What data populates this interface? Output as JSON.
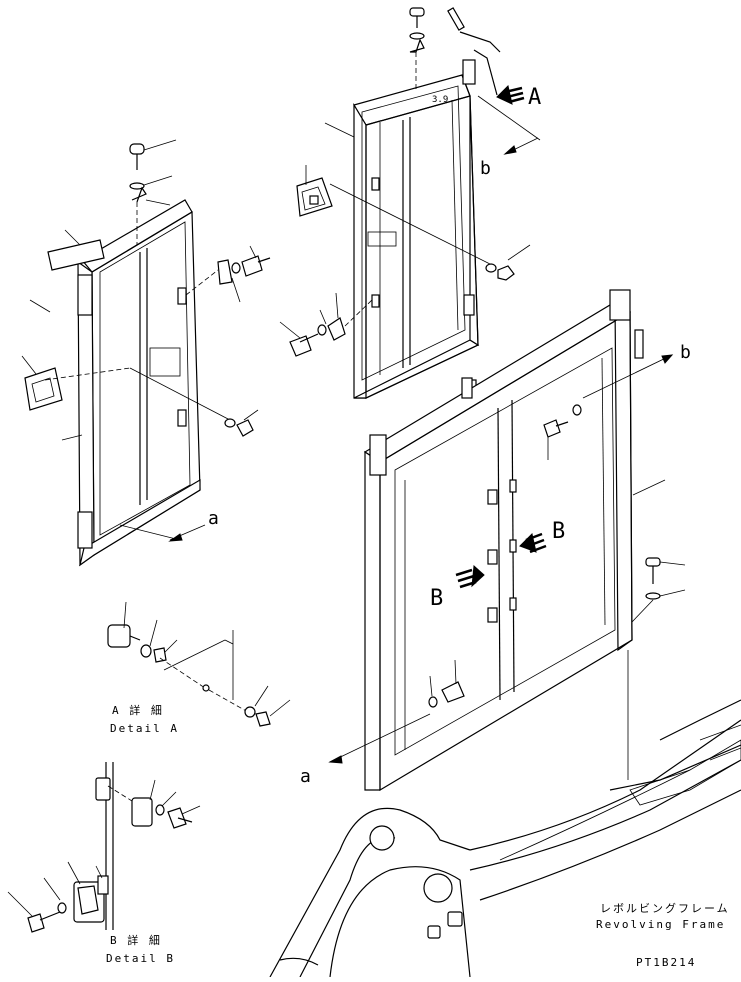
{
  "labels": {
    "view_a": "A",
    "view_b_right": "B",
    "view_b_left": "B",
    "ref_a_top": "a",
    "ref_a_bottom": "a",
    "ref_b_top": "b",
    "ref_b_right": "b"
  },
  "detail_a": {
    "jp": "A 詳 細",
    "en": "Detail A"
  },
  "detail_b": {
    "jp": "B 詳 細",
    "en": "Detail B"
  },
  "frame_caption": {
    "jp": "レボルビングフレーム",
    "en": "Revolving Frame"
  },
  "drawing_code": "PT1B214"
}
